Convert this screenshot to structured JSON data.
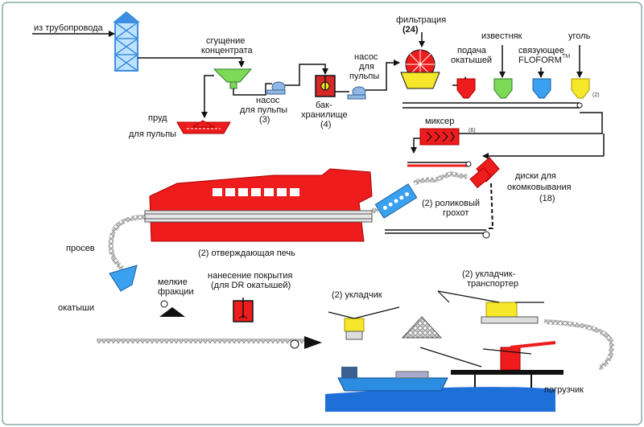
{
  "labels": {
    "pipeline": "из трубопровода",
    "thickening_1": "сгущение",
    "thickening_2": "концентрата",
    "pond_1": "пруд",
    "pond_2": "для пульпы",
    "pump1_1": "насос",
    "pump1_2": "для пульпы",
    "pump1_3": "(3)",
    "tank_1": "бак-",
    "tank_2": "хранилище",
    "tank_3": "(4)",
    "pump2_1": "насос",
    "pump2_2": "для",
    "pump2_3": "пульпы",
    "filtration_1": "фильтрация",
    "filtration_2": "(24)",
    "pellet_feed_1": "подача",
    "pellet_feed_2": "окатышей",
    "limestone": "известняк",
    "binder_1": "связующее",
    "binder_2": "FLOFORM",
    "binder_tm": "TM",
    "coal": "уголь",
    "conveyor_count": "(2)",
    "mixer": "миксер",
    "mixer_count": "(6)",
    "discs_1": "диски для",
    "discs_2": "окомковывания",
    "discs_3": "(18)",
    "screen_1": "(2)  роликовый",
    "screen_2": "грохот",
    "screenings": "просев",
    "furnace": "(2) отверждающая печь",
    "fines_1": "мелкие",
    "fines_2": "фракции",
    "coating_1": "нанесение покрытия",
    "coating_2": "(для DR окатышей)",
    "pellets": "окатыши",
    "stacker": "(2) укладчик",
    "stacker_conveyor_1": "(2) укладчик-",
    "stacker_conveyor_2": "транспортер",
    "loader": "погрузчик"
  },
  "icons": [
    "thickener-icon",
    "pump-icon",
    "storage-tank-icon",
    "disc-filter-icon",
    "hopper-icon",
    "mixer-icon",
    "pelletizing-disc-icon",
    "roller-screen-icon",
    "induration-furnace-icon",
    "stacker-icon",
    "ship-icon",
    "ship-loader-icon"
  ],
  "colors": {
    "red": "#ee1c1c",
    "yellow": "#f5e72a",
    "green": "#7ed957",
    "blue": "#3aa0f0",
    "frame_blue": "#3d8ee0",
    "sea": "#1f6fd9"
  }
}
